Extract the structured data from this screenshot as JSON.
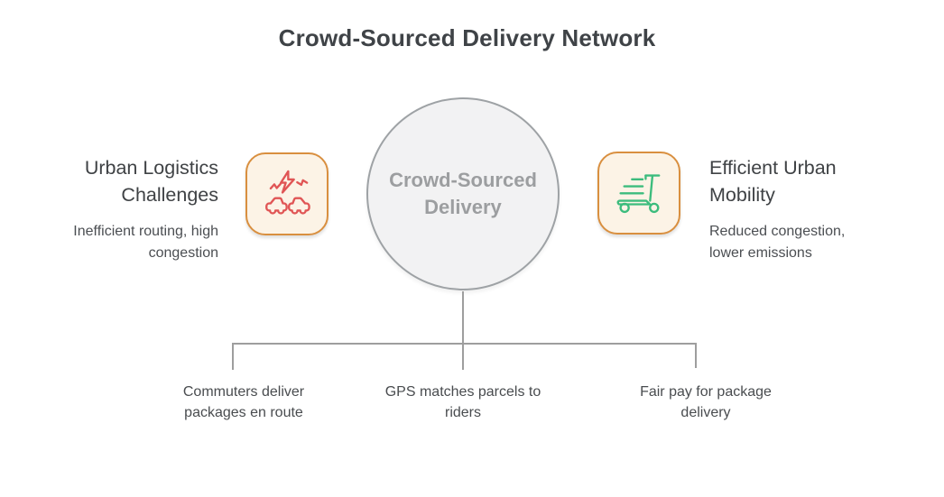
{
  "title": "Crowd-Sourced Delivery Network",
  "center_node": {
    "label": "Crowd-Sourced\nDelivery"
  },
  "left_node": {
    "title": "Urban Logistics\nChallenges",
    "subtitle": "Inefficient routing, high\ncongestion",
    "icon": "car-crash-icon"
  },
  "right_node": {
    "title": "Efficient Urban\nMobility",
    "subtitle": "Reduced congestion,\nlower emissions",
    "icon": "scooter-icon"
  },
  "branches": [
    "Commuters deliver\npackages en route",
    "GPS matches parcels to\nriders",
    "Fair pay for package\ndelivery"
  ],
  "colors": {
    "title_text": "#3f4347",
    "heading_text": "#3f4245",
    "body_text": "#4b4e52",
    "branch_text": "#494c4f",
    "circle_fill": "#f2f2f3",
    "circle_border": "#9ea2a5",
    "circle_text": "#9c9ea0",
    "icon_box_border_orange": "#d98f3f",
    "icon_box_fill": "#fcf3e6",
    "crash_icon_red": "#e05555",
    "scooter_icon_green": "#3cbc7d",
    "connector_gray": "#9e9e9e"
  }
}
